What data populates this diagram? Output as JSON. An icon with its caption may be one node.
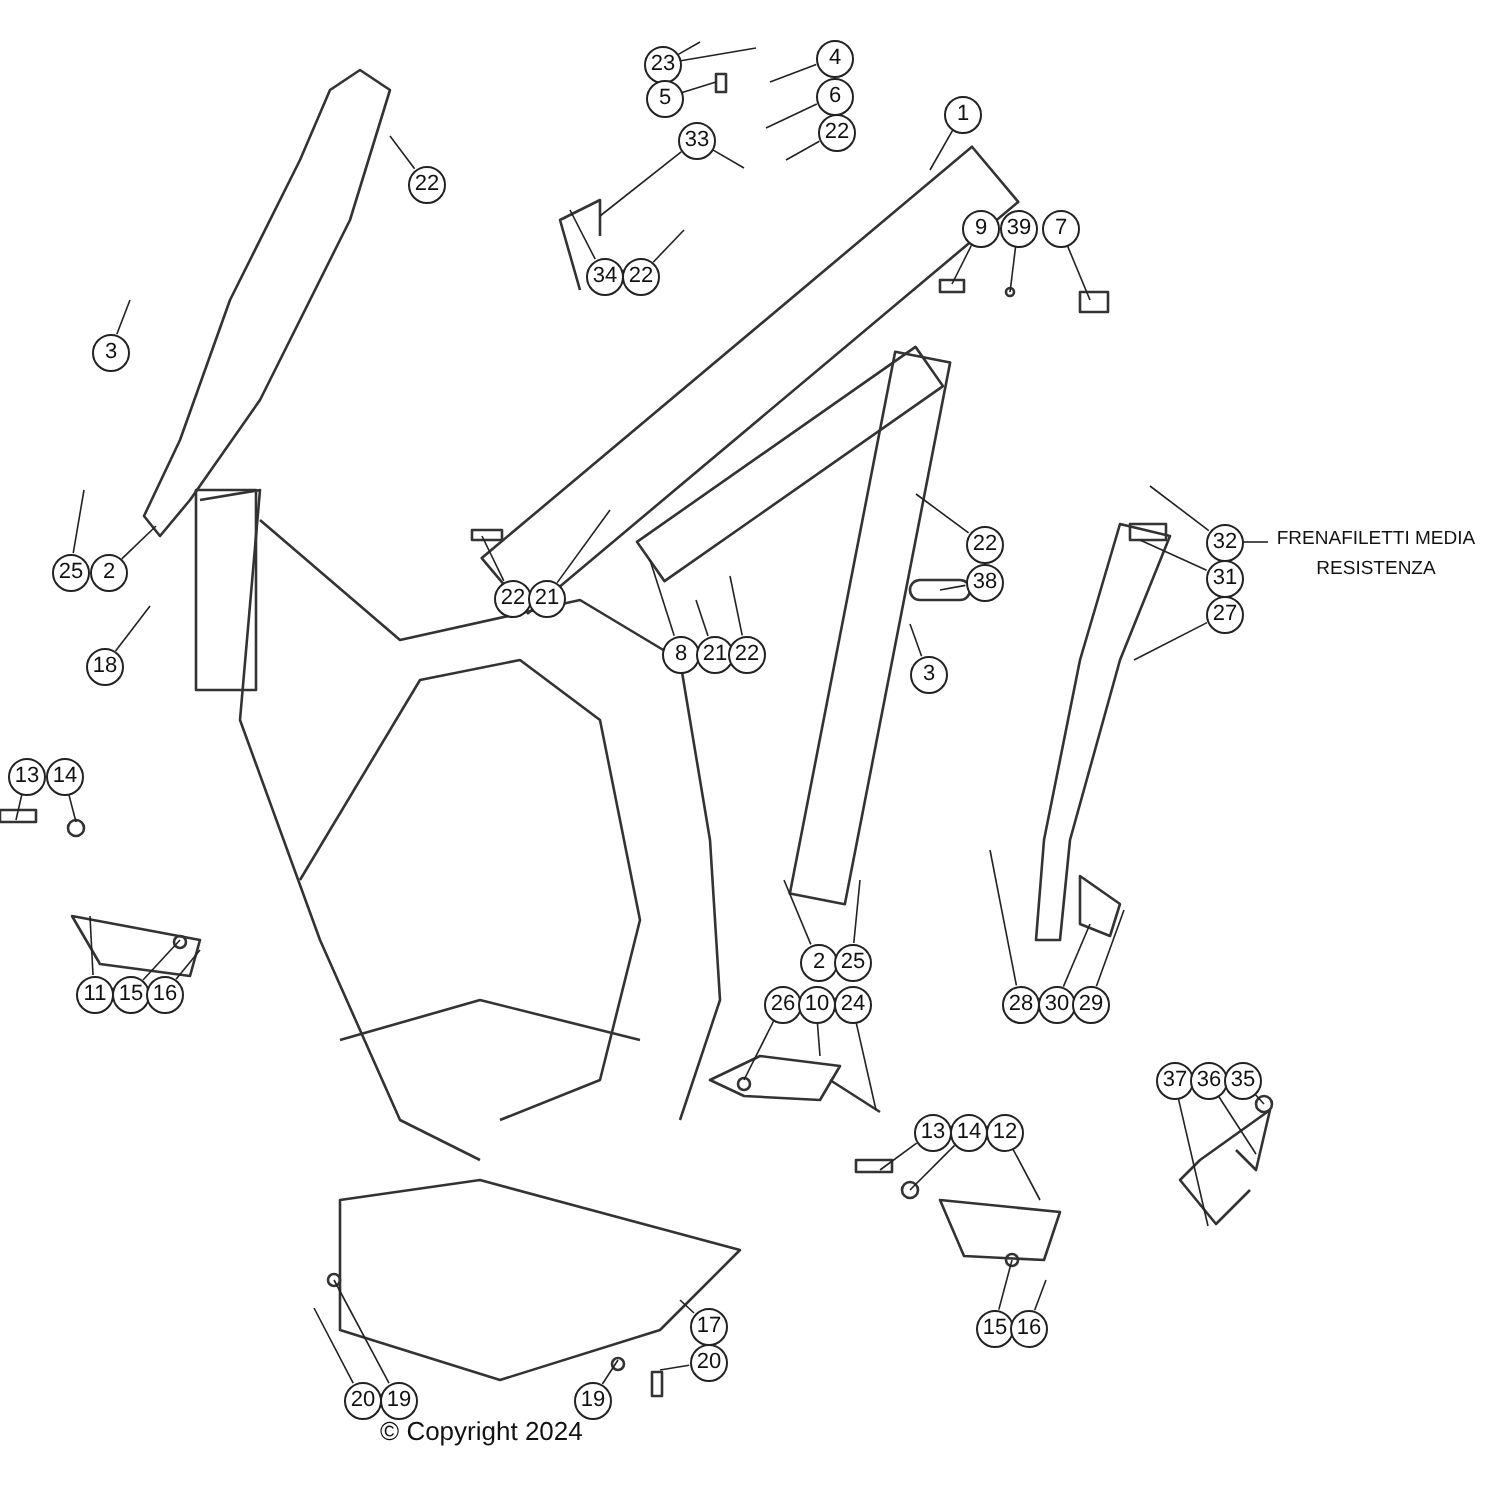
{
  "diagram": {
    "nodes": [
      {
        "text": [
          "23"
        ]
      },
      {
        "text": [
          "4"
        ]
      },
      {
        "text": [
          "5"
        ]
      },
      {
        "text": [
          "6"
        ]
      },
      {
        "text": [
          "22"
        ]
      },
      {
        "text": [
          "33"
        ]
      },
      {
        "text": [
          "1"
        ]
      },
      {
        "text": [
          "22"
        ]
      },
      {
        "text": [
          "9"
        ]
      },
      {
        "text": [
          "39"
        ]
      },
      {
        "text": [
          "7"
        ]
      },
      {
        "text": [
          "34"
        ]
      },
      {
        "text": [
          "22"
        ]
      },
      {
        "text": [
          "3"
        ]
      },
      {
        "text": [
          "25"
        ]
      },
      {
        "text": [
          "2"
        ]
      },
      {
        "text": [
          "22"
        ]
      },
      {
        "text": [
          "21"
        ]
      },
      {
        "text": [
          "8"
        ]
      },
      {
        "text": [
          "21"
        ]
      },
      {
        "text": [
          "22"
        ]
      },
      {
        "text": [
          "22"
        ]
      },
      {
        "text": [
          "38"
        ]
      },
      {
        "text": [
          "3"
        ]
      },
      {
        "text": [
          "32"
        ]
      },
      {
        "text": [
          "FRENAFILETTI MEDIA RESISTENZA"
        ]
      },
      {
        "text": [
          "31"
        ]
      },
      {
        "text": [
          "27"
        ]
      },
      {
        "text": [
          "18"
        ]
      },
      {
        "text": [
          "13"
        ]
      },
      {
        "text": [
          "14"
        ]
      },
      {
        "text": [
          "11"
        ]
      },
      {
        "text": [
          "15"
        ]
      },
      {
        "text": [
          "16"
        ]
      },
      {
        "text": [
          "2"
        ]
      },
      {
        "text": [
          "25"
        ]
      },
      {
        "text": [
          "28"
        ]
      },
      {
        "text": [
          "30"
        ]
      },
      {
        "text": [
          "29"
        ]
      },
      {
        "text": [
          "26"
        ]
      },
      {
        "text": [
          "10"
        ]
      },
      {
        "text": [
          "24"
        ]
      },
      {
        "text": [
          "37"
        ]
      },
      {
        "text": [
          "36"
        ]
      },
      {
        "text": [
          "35"
        ]
      },
      {
        "text": [
          "13"
        ]
      },
      {
        "text": [
          "14"
        ]
      },
      {
        "text": [
          "12"
        ]
      },
      {
        "text": [
          "17"
        ]
      },
      {
        "text": [
          "15"
        ]
      },
      {
        "text": [
          "16"
        ]
      },
      {
        "text": [
          "20"
        ]
      },
      {
        "text": [
          "20"
        ]
      },
      {
        "text": [
          "19"
        ]
      },
      {
        "text": [
          "19"
        ]
      }
    ],
    "edges": [
      {
        "from": 0,
        "to": null,
        "arrow": "none"
      },
      {
        "from": 0,
        "to": null,
        "arrow": "none"
      },
      {
        "from": 1,
        "to": null,
        "arrow": "none"
      },
      {
        "from": 2,
        "to": null,
        "arrow": "none"
      },
      {
        "from": 3,
        "to": null,
        "arrow": "none"
      },
      {
        "from": 4,
        "to": null,
        "arrow": "none"
      },
      {
        "from": 5,
        "to": null,
        "arrow": "none"
      },
      {
        "from": 5,
        "to": null,
        "arrow": "none"
      },
      {
        "from": 6,
        "to": null,
        "arrow": "none"
      },
      {
        "from": 7,
        "to": null,
        "arrow": "none"
      },
      {
        "from": 8,
        "to": null,
        "arrow": "none"
      },
      {
        "from": 9,
        "to": null,
        "arrow": "none"
      },
      {
        "from": 10,
        "to": null,
        "arrow": "none"
      },
      {
        "from": 11,
        "to": null,
        "arrow": "none"
      },
      {
        "from": 12,
        "to": null,
        "arrow": "none"
      },
      {
        "from": 13,
        "to": null,
        "arrow": "none"
      },
      {
        "from": 14,
        "to": null,
        "arrow": "none"
      },
      {
        "from": 15,
        "to": null,
        "arrow": "none"
      },
      {
        "from": 16,
        "to": null,
        "arrow": "none"
      },
      {
        "from": 17,
        "to": null,
        "arrow": "none"
      },
      {
        "from": 18,
        "to": null,
        "arrow": "none"
      },
      {
        "from": 19,
        "to": null,
        "arrow": "none"
      },
      {
        "from": 20,
        "to": null,
        "arrow": "none"
      },
      {
        "from": 21,
        "to": null,
        "arrow": "none"
      },
      {
        "from": 22,
        "to": null,
        "arrow": "none"
      },
      {
        "from": 23,
        "to": null,
        "arrow": "none"
      },
      {
        "from": 24,
        "to": null,
        "arrow": "none"
      },
      {
        "from": 24,
        "to": 25,
        "arrow": "none"
      },
      {
        "from": 26,
        "to": null,
        "arrow": "none"
      },
      {
        "from": 27,
        "to": null,
        "arrow": "none"
      },
      {
        "from": 28,
        "to": null,
        "arrow": "none"
      },
      {
        "from": 29,
        "to": null,
        "arrow": "none"
      },
      {
        "from": 30,
        "to": null,
        "arrow": "none"
      },
      {
        "from": 31,
        "to": null,
        "arrow": "none"
      },
      {
        "from": 32,
        "to": null,
        "arrow": "none"
      },
      {
        "from": 33,
        "to": null,
        "arrow": "none"
      },
      {
        "from": 34,
        "to": null,
        "arrow": "none"
      },
      {
        "from": 35,
        "to": null,
        "arrow": "none"
      },
      {
        "from": 36,
        "to": null,
        "arrow": "none"
      },
      {
        "from": 37,
        "to": null,
        "arrow": "none"
      },
      {
        "from": 38,
        "to": null,
        "arrow": "none"
      },
      {
        "from": 39,
        "to": null,
        "arrow": "none"
      },
      {
        "from": 40,
        "to": null,
        "arrow": "none"
      },
      {
        "from": 41,
        "to": null,
        "arrow": "none"
      },
      {
        "from": 42,
        "to": null,
        "arrow": "none"
      },
      {
        "from": 43,
        "to": null,
        "arrow": "none"
      },
      {
        "from": 44,
        "to": null,
        "arrow": "none"
      },
      {
        "from": 45,
        "to": null,
        "arrow": "none"
      },
      {
        "from": 46,
        "to": null,
        "arrow": "none"
      },
      {
        "from": 47,
        "to": null,
        "arrow": "none"
      },
      {
        "from": 48,
        "to": null,
        "arrow": "none"
      },
      {
        "from": 49,
        "to": null,
        "arrow": "none"
      },
      {
        "from": 50,
        "to": null,
        "arrow": "none"
      },
      {
        "from": 51,
        "to": null,
        "arrow": "none"
      },
      {
        "from": 52,
        "to": null,
        "arrow": "none"
      },
      {
        "from": 53,
        "to": null,
        "arrow": "none"
      },
      {
        "from": 54,
        "to": null,
        "arrow": "none"
      }
    ],
    "labels": [
      "© Copyright 2024"
    ]
  }
}
